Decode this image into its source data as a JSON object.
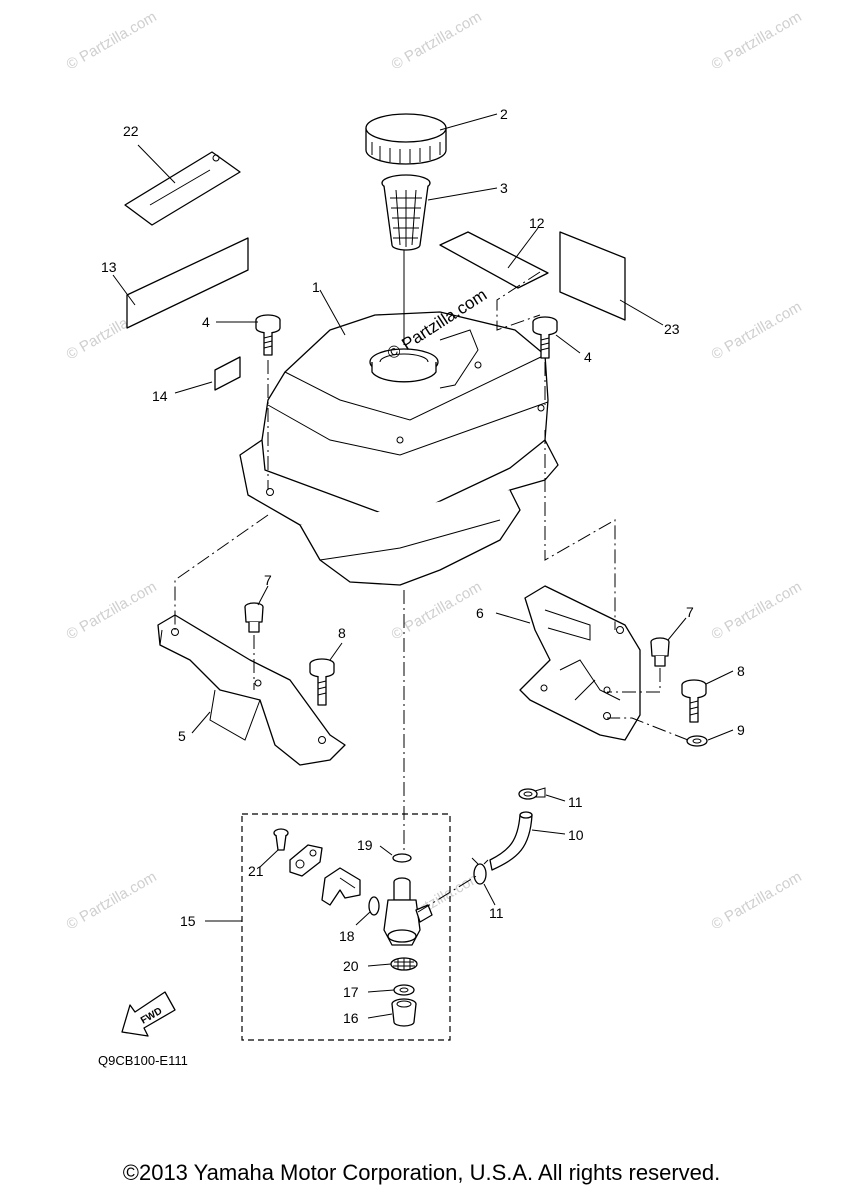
{
  "diagram": {
    "callouts": {
      "c1": "1",
      "c2": "2",
      "c3": "3",
      "c4a": "4",
      "c4b": "4",
      "c5": "5",
      "c6": "6",
      "c7a": "7",
      "c7b": "7",
      "c8a": "8",
      "c8b": "8",
      "c9": "9",
      "c10": "10",
      "c11a": "11",
      "c11b": "11",
      "c12": "12",
      "c13": "13",
      "c14": "14",
      "c15": "15",
      "c16": "16",
      "c17": "17",
      "c18": "18",
      "c19": "19",
      "c20": "20",
      "c21": "21",
      "c22": "22",
      "c23": "23"
    },
    "fwd_label": "FWD",
    "diagram_code": "Q9CB100-E111",
    "watermark": "© Partzilla.com",
    "watermark_large": "© Partzilla.com"
  },
  "footer": {
    "copyright": "©2013 Yamaha Motor Corporation, U.S.A. All rights reserved."
  }
}
